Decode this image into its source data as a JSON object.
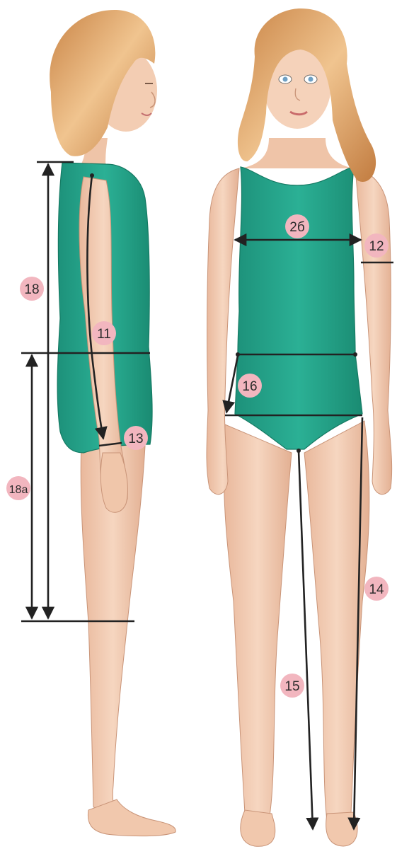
{
  "figure": {
    "measurements": [
      {
        "id": "m18",
        "label": "18"
      },
      {
        "id": "m18a",
        "label": "18a"
      },
      {
        "id": "m11",
        "label": "11"
      },
      {
        "id": "m13",
        "label": "13"
      },
      {
        "id": "m2b",
        "label": "2б"
      },
      {
        "id": "m12",
        "label": "12"
      },
      {
        "id": "m16",
        "label": "16"
      },
      {
        "id": "m14",
        "label": "14"
      },
      {
        "id": "m15",
        "label": "15"
      }
    ],
    "colors": {
      "leotard": "#23a287",
      "leotard_shade": "#188a70",
      "skin": "#f3cdb3",
      "skin_shade": "#e4ae92",
      "hair": "#d99a62",
      "hair_light": "#eec08c",
      "badge": "#f2b6bf",
      "line": "#222222"
    }
  }
}
